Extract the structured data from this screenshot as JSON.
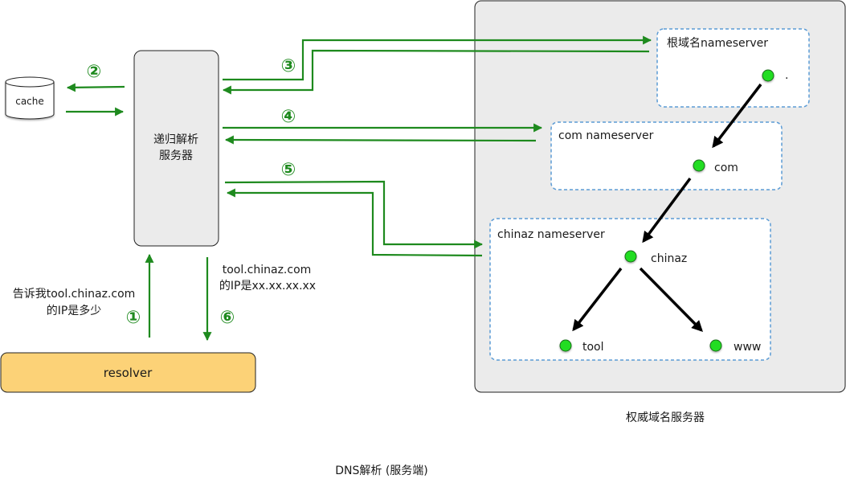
{
  "title": "DNS解析 (服务端)",
  "colors": {
    "flow_arrow": "#1e8a1e",
    "tree_arrow": "#000000",
    "node_dot": "#22dd22",
    "recursive_box": "#ebebeb",
    "authoritative_box": "#ebebeb",
    "resolver_box": "#fcd277",
    "nameserver_border": "#5b9bd5"
  },
  "cache": {
    "label": "cache"
  },
  "recursive_server": {
    "label_line1": "递归解析",
    "label_line2": "服务器"
  },
  "resolver": {
    "label": "resolver"
  },
  "authoritative": {
    "caption": "权威域名服务器",
    "nameservers": [
      {
        "label": "根域名nameserver",
        "node": "."
      },
      {
        "label": "com nameserver",
        "node": "com"
      },
      {
        "label": "chinaz nameserver",
        "node": "chinaz",
        "children": [
          "tool",
          "www"
        ]
      }
    ]
  },
  "steps": {
    "s1": "①",
    "s2": "②",
    "s3": "③",
    "s4": "④",
    "s5": "⑤",
    "s6": "⑥"
  },
  "query_text": {
    "line1": "告诉我tool.chinaz.com",
    "line2": "的IP是多少"
  },
  "answer_text": {
    "line1": "tool.chinaz.com",
    "line2": "的IP是xx.xx.xx.xx"
  }
}
